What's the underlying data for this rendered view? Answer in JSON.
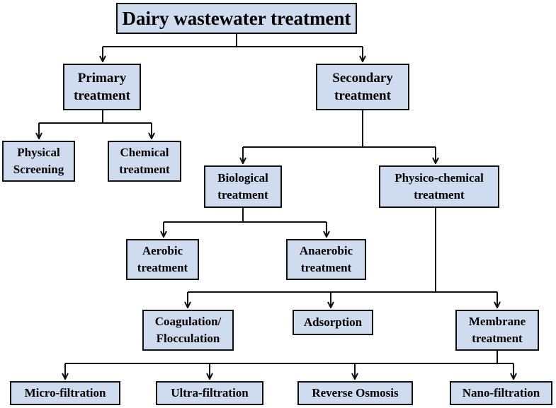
{
  "diagram": {
    "root": "Dairy wastewater treatment",
    "primary": "Primary\ntreatment",
    "secondary": "Secondary\ntreatment",
    "physical_screening": "Physical\nScreening",
    "chemical_treatment": "Chemical\ntreatment",
    "biological": "Biological\ntreatment",
    "physico_chemical": "Physico-chemical\ntreatment",
    "aerobic": "Aerobic\ntreatment",
    "anaerobic": "Anaerobic\ntreatment",
    "coagulation": "Coagulation/\nFlocculation",
    "adsorption": "Adsorption",
    "membrane": "Membrane\ntreatment",
    "micro_filtration": "Micro-filtration",
    "ultra_filtration": "Ultra-filtration",
    "reverse_osmosis": "Reverse Osmosis",
    "nano_filtration": "Nano-filtration"
  },
  "colors": {
    "box_fill": "#cfdcf0",
    "box_border": "#111111",
    "line": "#111111"
  }
}
